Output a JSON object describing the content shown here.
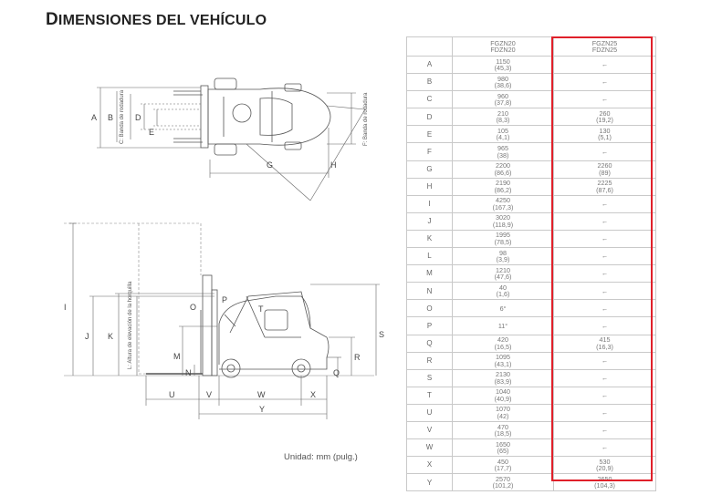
{
  "page": {
    "title_first": "D",
    "title_rest": "IMENSIONES DEL VEHÍCULO"
  },
  "drawing": {
    "unit_note": "Unidad: mm (pulg.)",
    "lift_height_label": "L: Altura de elevación de la horquilla",
    "tread_label": "C: Banda de rodadura",
    "rear_tread_label": "F: Banda de rodadura",
    "letters": {
      "A": "A",
      "B": "B",
      "C": "C",
      "D": "D",
      "E": "E",
      "F": "F",
      "G": "G",
      "H": "H",
      "I": "I",
      "J": "J",
      "K": "K",
      "L": "L",
      "M": "M",
      "N": "N",
      "O": "O",
      "P": "P",
      "Q": "Q",
      "R": "R",
      "S": "S",
      "T": "T",
      "U": "U",
      "V": "V",
      "W": "W",
      "X": "X",
      "Y": "Y"
    }
  },
  "table": {
    "col1_header": [
      "FGZN20",
      "FDZN20"
    ],
    "col2_header": [
      "FGZN25",
      "FDZN25"
    ],
    "rows": [
      {
        "letter": "A",
        "v1": [
          "1150",
          "(45,3)"
        ],
        "v2": [
          "←"
        ]
      },
      {
        "letter": "B",
        "v1": [
          "980",
          "(38,6)"
        ],
        "v2": [
          "←"
        ]
      },
      {
        "letter": "C",
        "v1": [
          "960",
          "(37,8)"
        ],
        "v2": [
          "←"
        ]
      },
      {
        "letter": "D",
        "v1": [
          "210",
          "(8,3)"
        ],
        "v2": [
          "260",
          "(19,2)"
        ]
      },
      {
        "letter": "E",
        "v1": [
          "105",
          "(4,1)"
        ],
        "v2": [
          "130",
          "(5,1)"
        ]
      },
      {
        "letter": "F",
        "v1": [
          "965",
          "(38)"
        ],
        "v2": [
          "←"
        ]
      },
      {
        "letter": "G",
        "v1": [
          "2200",
          "(86,6)"
        ],
        "v2": [
          "2260",
          "(89)"
        ]
      },
      {
        "letter": "H",
        "v1": [
          "2190",
          "(86,2)"
        ],
        "v2": [
          "2225",
          "(87,6)"
        ]
      },
      {
        "letter": "I",
        "v1": [
          "4250",
          "(167,3)"
        ],
        "v2": [
          "←"
        ]
      },
      {
        "letter": "J",
        "v1": [
          "3020",
          "(118,9)"
        ],
        "v2": [
          "←"
        ]
      },
      {
        "letter": "K",
        "v1": [
          "1995",
          "(78,5)"
        ],
        "v2": [
          "←"
        ]
      },
      {
        "letter": "L",
        "v1": [
          "98",
          "(3,9)"
        ],
        "v2": [
          "←"
        ]
      },
      {
        "letter": "M",
        "v1": [
          "1210",
          "(47,6)"
        ],
        "v2": [
          "←"
        ]
      },
      {
        "letter": "N",
        "v1": [
          "40",
          "(1,6)"
        ],
        "v2": [
          "←"
        ]
      },
      {
        "letter": "O",
        "v1": [
          "6°"
        ],
        "v2": [
          "←"
        ]
      },
      {
        "letter": "P",
        "v1": [
          "11°"
        ],
        "v2": [
          "←"
        ]
      },
      {
        "letter": "Q",
        "v1": [
          "420",
          "(16,5)"
        ],
        "v2": [
          "415",
          "(16,3)"
        ]
      },
      {
        "letter": "R",
        "v1": [
          "1095",
          "(43,1)"
        ],
        "v2": [
          "←"
        ]
      },
      {
        "letter": "S",
        "v1": [
          "2130",
          "(83,9)"
        ],
        "v2": [
          "←"
        ]
      },
      {
        "letter": "T",
        "v1": [
          "1040",
          "(40,9)"
        ],
        "v2": [
          "←"
        ]
      },
      {
        "letter": "U",
        "v1": [
          "1070",
          "(42)"
        ],
        "v2": [
          "←"
        ]
      },
      {
        "letter": "V",
        "v1": [
          "470",
          "(18,5)"
        ],
        "v2": [
          "←"
        ]
      },
      {
        "letter": "W",
        "v1": [
          "1650",
          "(65)"
        ],
        "v2": [
          "←"
        ]
      },
      {
        "letter": "X",
        "v1": [
          "450",
          "(17,7)"
        ],
        "v2": [
          "530",
          "(20,9)"
        ]
      },
      {
        "letter": "Y",
        "v1": [
          "2570",
          "(101,2)"
        ],
        "v2": [
          "2650",
          "(104,3)"
        ]
      }
    ]
  },
  "highlight": {
    "color": "#e0202a"
  }
}
